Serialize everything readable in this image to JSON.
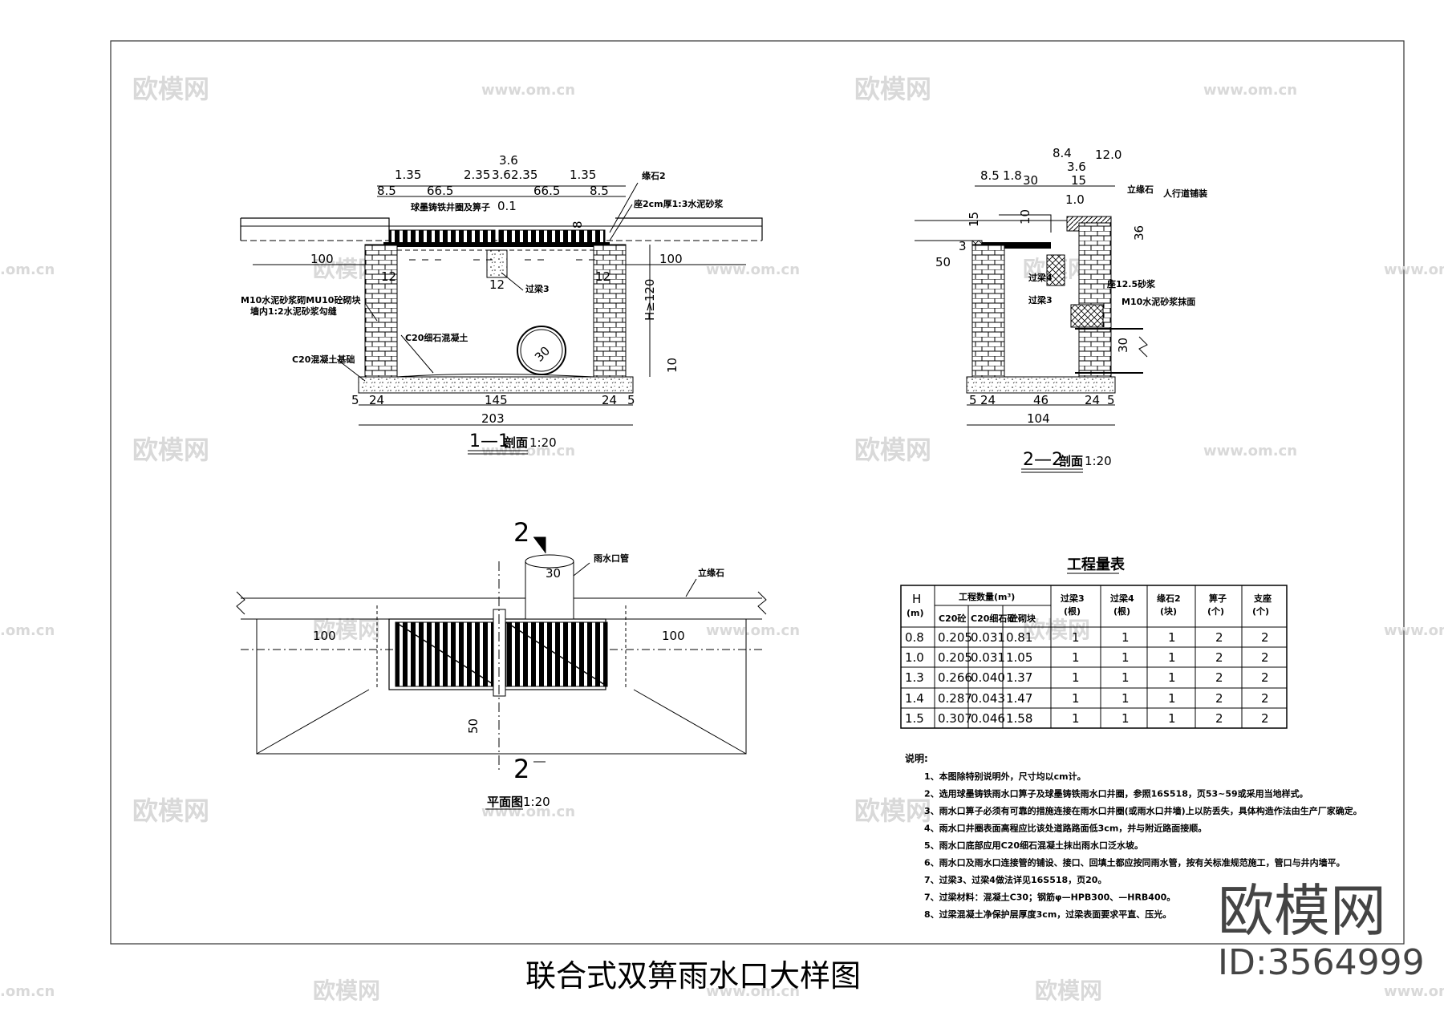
{
  "watermark": {
    "logo": "欧模网",
    "url": "www.om.cn",
    "corner": ".om.cn"
  },
  "brand": {
    "name": "欧模网",
    "id": "ID:3564999"
  },
  "drawing_title": "联合式双箅雨水口大样图",
  "section11": {
    "caption": "1—1",
    "caption_suffix": "剖面",
    "scale": "1:20",
    "dims": {
      "d135a": "1.35",
      "d235a": "2.35",
      "d36top": "3.6",
      "d36b": "3.6",
      "d235b": "2.35",
      "d135b": "1.35",
      "d85a": "8.5",
      "d665a": "66.5",
      "d01": "0.1",
      "d665b": "66.5",
      "d85b": "8.5",
      "d8": "8",
      "d100a": "100",
      "d100b": "100",
      "d12a": "12",
      "d12b": "12",
      "d12c": "12",
      "dH": "H≥120",
      "d10": "10",
      "d30": "30",
      "d24a": "24",
      "d145": "145",
      "d24b": "24",
      "d203": "203",
      "d5a": "5",
      "d5b": "5"
    },
    "labels": {
      "curb2": "缘石2",
      "grate": "球墨铸铁井圈及箅子",
      "mortar": "座2cm厚1:3水泥砂浆",
      "wall1": "M10水泥砂浆砌MU10砼砌块",
      "wall2": "墙内1:2水泥砂浆勾缝",
      "fill": "C20细石混凝土",
      "base": "C20混凝土基础",
      "beam3": "过梁3"
    }
  },
  "section22": {
    "caption": "2—2",
    "caption_suffix": "剖面",
    "scale": "1:20",
    "dims": {
      "d84": "8.4",
      "d120": "12.0",
      "d36": "3.6",
      "d85": "8.5",
      "d18": "1.8",
      "d30": "30",
      "d15": "15",
      "d10a": "1.0",
      "d15b": "15",
      "d10b": "10",
      "d3": "3",
      "d36v": "36",
      "d50": "50",
      "d30v": "30",
      "d24a": "24",
      "d46": "46",
      "d24b": "24",
      "d104": "104",
      "d5a": "5",
      "d5b": "5"
    },
    "labels": {
      "curb": "立缘石",
      "walkway": "人行道铺装",
      "beam4": "过梁4",
      "beam3": "过梁3",
      "mortar125": "座12.5砂浆",
      "plaster": "M10水泥砂浆抹面"
    }
  },
  "plan": {
    "caption": "平面图",
    "scale": "1:20",
    "marker": "2",
    "labels": {
      "pipe": "雨水口管",
      "curb": "立缘石"
    },
    "dims": {
      "d100a": "100",
      "d100b": "100",
      "d30": "30",
      "d50": "50"
    }
  },
  "quantity_table": {
    "title": "工程量表",
    "head": {
      "h": "H",
      "h_unit": "(m)",
      "qty": "工程数量(m³)",
      "c20": "C20砼",
      "c20f": "C20细石砼",
      "block": "砼砌块",
      "beam3": "过梁3",
      "beam3_unit": "(根)",
      "beam4": "过梁4",
      "beam4_unit": "(根)",
      "curb2": "缘石2",
      "curb2_unit": "(块)",
      "grate": "箅子",
      "grate_unit": "(个)",
      "seat": "支座",
      "seat_unit": "(个)"
    },
    "rows": [
      [
        "0.8",
        "0.205",
        "0.031",
        "0.81",
        "1",
        "1",
        "1",
        "2",
        "2"
      ],
      [
        "1.0",
        "0.205",
        "0.031",
        "1.05",
        "1",
        "1",
        "1",
        "2",
        "2"
      ],
      [
        "1.3",
        "0.266",
        "0.040",
        "1.37",
        "1",
        "1",
        "1",
        "2",
        "2"
      ],
      [
        "1.4",
        "0.287",
        "0.043",
        "1.47",
        "1",
        "1",
        "1",
        "2",
        "2"
      ],
      [
        "1.5",
        "0.307",
        "0.046",
        "1.58",
        "1",
        "1",
        "1",
        "2",
        "2"
      ]
    ]
  },
  "notes": {
    "title": "说明:",
    "items": [
      "1、本图除特别说明外，尺寸均以cm计。",
      "2、选用球墨铸铁雨水口箅子及球墨铸铁雨水口井圈，参照16S518，页53~59或采用当地样式。",
      "3、雨水口箅子必须有可靠的措施连接在雨水口井圈(或雨水口井墙)上以防丢失，具体构造作法由生产厂家确定。",
      "4、雨水口井圈表面高程应比该处道路路面低3cm，并与附近路面接顺。",
      "5、雨水口底部应用C20细石混凝土抹出雨水口泛水坡。",
      "6、雨水口及雨水口连接管的铺设、接口、回填土都应按同雨水管，按有关标准规范施工，管口与井内墙平。",
      "7、过梁3、过梁4做法详见16S518，页20。",
      "7、过梁材料：混凝土C30；钢筋φ—HPB300、—HRB400。",
      "8、过梁混凝土净保护层厚度3cm，过梁表面要求平直、压光。"
    ]
  }
}
